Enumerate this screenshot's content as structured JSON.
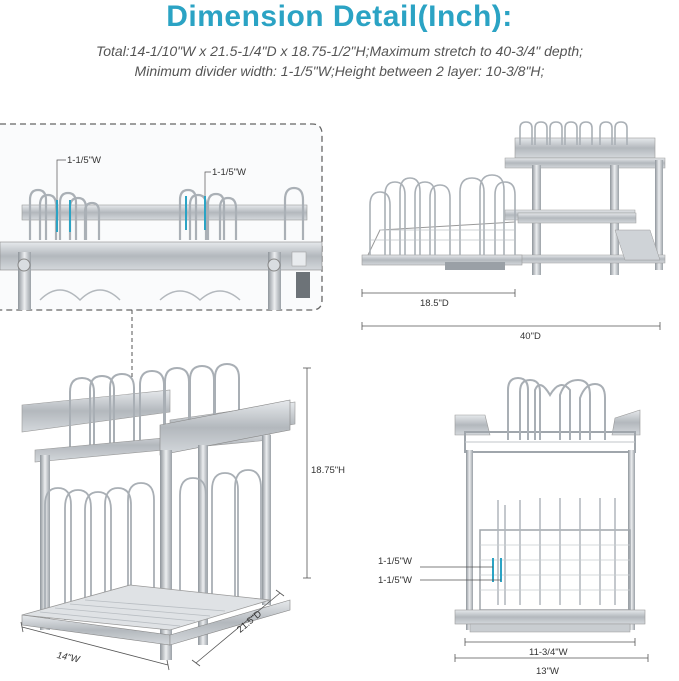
{
  "header": {
    "title": "Dimension Detail(Inch):",
    "spec_line1": "Total:14-1/10\"W x 21.5-1/4\"D x 18.75-1/2\"H;Maximum stretch to 40-3/4\" depth;",
    "spec_line2": "Minimum divider width: 1-1/5\"W;Height between 2 layer: 10-3/8\"H;"
  },
  "detail_inset": {
    "divider_label_left": "1-1/5\"W",
    "divider_label_right": "1-1/5\"W"
  },
  "extended_view": {
    "drawer_depth": "18.5\"D",
    "total_depth": "40\"D"
  },
  "main_view": {
    "height": "18.75\"H",
    "depth": "21.5\"D",
    "width": "14\"W"
  },
  "front_view": {
    "divider_label_top": "1-1/5\"W",
    "divider_label_bottom": "1-1/5\"W",
    "inner_width": "11-3/4\"W",
    "outer_width": "13\"W"
  },
  "colors": {
    "accent": "#2ba3c4",
    "metal": "#b9bec3",
    "metal_dark": "#8c9298",
    "line": "#555555"
  }
}
